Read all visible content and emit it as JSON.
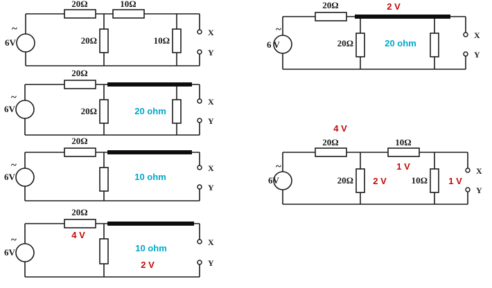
{
  "colors": {
    "wire": "#1a1a1a",
    "red": "#c40808",
    "cyan": "#00a8c8"
  },
  "circuits": {
    "c1": {
      "tilde": "~",
      "source": "6V",
      "r_series_1": "20Ω",
      "r_series_2": "10Ω",
      "r_shunt_1": "20Ω",
      "r_shunt_2": "10Ω",
      "term_x": "X",
      "term_y": "Y"
    },
    "c2": {
      "tilde": "~",
      "source": "6V",
      "r_series": "20Ω",
      "r_shunt_1": "20Ω",
      "eq": "20 ohm",
      "term_x": "X",
      "term_y": "Y"
    },
    "c3": {
      "tilde": "~",
      "source": "6V",
      "r_series": "20Ω",
      "eq": "10 ohm",
      "term_x": "X",
      "term_y": "Y"
    },
    "c4": {
      "tilde": "~",
      "source": "6V",
      "r_series": "20Ω",
      "v_series": "4 V",
      "eq": "10 ohm",
      "v_out": "2 V",
      "term_x": "X",
      "term_y": "Y"
    },
    "c5": {
      "tilde": "~",
      "source": "6 V",
      "r_series": "20Ω",
      "v_bar": "2 V",
      "r_shunt_1": "20Ω",
      "eq": "20 ohm",
      "term_x": "X",
      "term_y": "Y"
    },
    "c6": {
      "tilde": "~",
      "source": "6V",
      "v_node": "4 V",
      "r_series_1": "20Ω",
      "r_series_2": "10Ω",
      "v_series_2": "1 V",
      "r_shunt_1": "20Ω",
      "v_shunt_1": "2 V",
      "r_shunt_2": "10Ω",
      "v_shunt_2": "1 V",
      "term_x": "X",
      "term_y": "Y"
    }
  }
}
